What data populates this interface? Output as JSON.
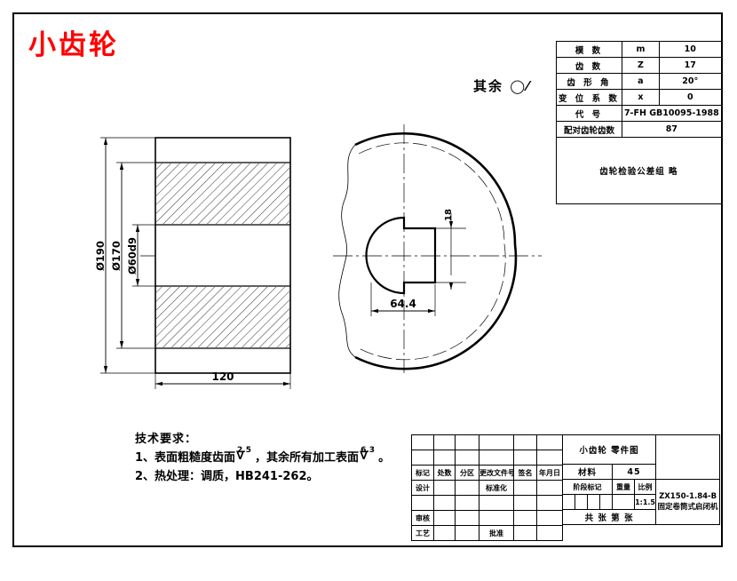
{
  "sheet": {
    "title_red": "小齿轮",
    "general_note_label": "其余",
    "general_note_symbol": "◯⁄"
  },
  "gear_table": {
    "rows": [
      {
        "name": "模    数",
        "symbol": "m",
        "value": "10"
      },
      {
        "name": "齿    数",
        "symbol": "Z",
        "value": "17"
      },
      {
        "name": "齿 形 角",
        "symbol": "a",
        "value": "20°"
      },
      {
        "name": "变 位 系 数",
        "symbol": "x",
        "value": "0"
      },
      {
        "name": "代    号",
        "symbol": "",
        "value": "7-FH GB10095-1988",
        "span": true
      },
      {
        "name": "配对齿轮齿数",
        "symbol": "",
        "value": "87",
        "span": true
      }
    ],
    "note": "齿轮检验公差组   略"
  },
  "dimensions": {
    "front_view": {
      "d_outer": "Ø190",
      "d_pitch": "Ø170",
      "d_bore": "Ø60d9",
      "width": "120"
    },
    "side_view": {
      "bore_width": "64.4",
      "keyway_width": "18"
    }
  },
  "technical_requirements": {
    "heading": "技术要求：",
    "item1_pre": "1、表面粗糙度齿面",
    "item1_rough1": "2.5",
    "item1_mid": "，其余所有加工表面",
    "item1_rough2": "6.3",
    "item1_end": "。",
    "item2": "2、热处理：调质，HB241-262。"
  },
  "title_block": {
    "change_headers": [
      "标记",
      "处数",
      "分区",
      "更改文件号",
      "签名",
      "年月日"
    ],
    "role_rows": [
      {
        "role": "设计",
        "c1": "",
        "c2": "",
        "mid": "标准化",
        "c4": "",
        "c5": ""
      },
      {
        "role": "",
        "c1": "",
        "c2": "",
        "mid": "",
        "c4": "",
        "c5": ""
      },
      {
        "role": "审核",
        "c1": "",
        "c2": "",
        "mid": "",
        "c4": "",
        "c5": ""
      },
      {
        "role": "工艺",
        "c1": "",
        "c2": "",
        "mid": "批准",
        "c4": "",
        "c5": ""
      }
    ],
    "part_name": "小齿轮  零件图",
    "material_label": "材料",
    "material_value": "45",
    "stage_label": "阶段标记",
    "weight_label": "重量",
    "scale_label": "比例",
    "scale_value": "1:1.5",
    "sheet_count": "共    张    第    张",
    "drawing_code": "ZX150-1.84-B",
    "machine_name": "固定卷筒式启闭机"
  }
}
